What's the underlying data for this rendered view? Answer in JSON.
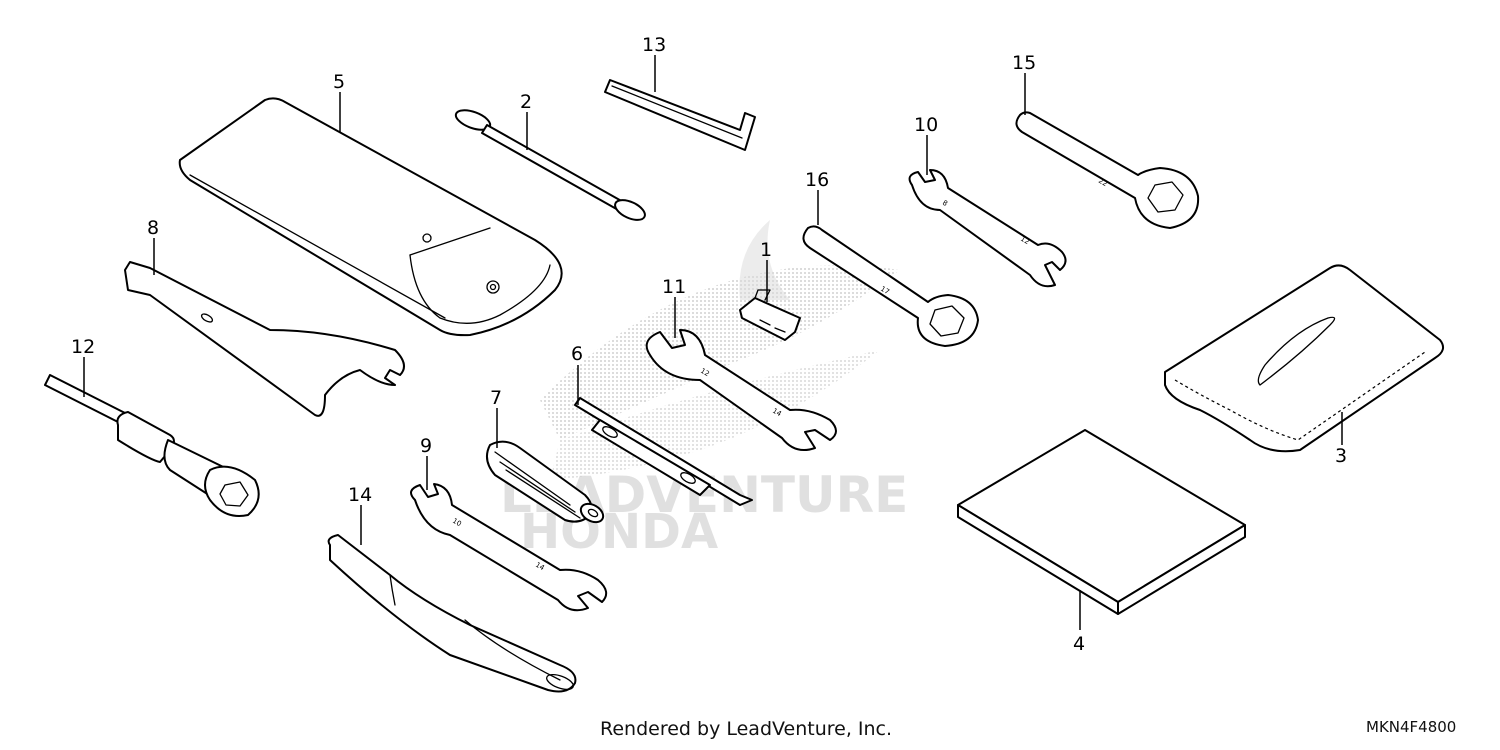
{
  "diagram": {
    "callouts": [
      "1",
      "2",
      "3",
      "4",
      "5",
      "6",
      "7",
      "8",
      "9",
      "10",
      "11",
      "12",
      "13",
      "14",
      "15",
      "16"
    ],
    "wrench_stamps": {
      "w9": "10",
      "w9b": "14",
      "w10": "8",
      "w10b": "12",
      "w11": "12",
      "w11b": "14",
      "w15": "22",
      "w16": "17"
    }
  },
  "watermark": {
    "line1": "LEADVENTURE",
    "line2": "HONDA"
  },
  "footer": {
    "credit": "Rendered by LeadVenture, Inc.",
    "code": "MKN4F4800"
  },
  "colors": {
    "line": "#000000",
    "watermark": "#c8c8c8",
    "background": "#ffffff"
  }
}
